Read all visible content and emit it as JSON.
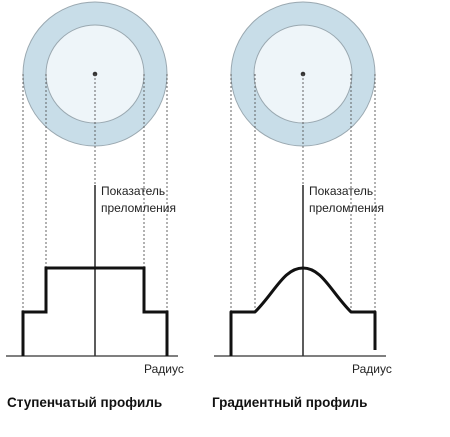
{
  "colors": {
    "cladding": "#c8dde8",
    "core": "#eef5f9",
    "outline": "#9aa8b0",
    "guide_line": "#555555",
    "profile_line": "#111111",
    "axis": "#333333"
  },
  "left_diagram": {
    "axis_label": "Показатель\nпреломления",
    "x_label": "Радиус",
    "caption": "Ступенчатый профиль",
    "profile": "step"
  },
  "right_diagram": {
    "axis_label": "Показатель\nпреломления",
    "x_label": "Радиус",
    "caption": "Градиентный профиль",
    "profile": "graded"
  }
}
